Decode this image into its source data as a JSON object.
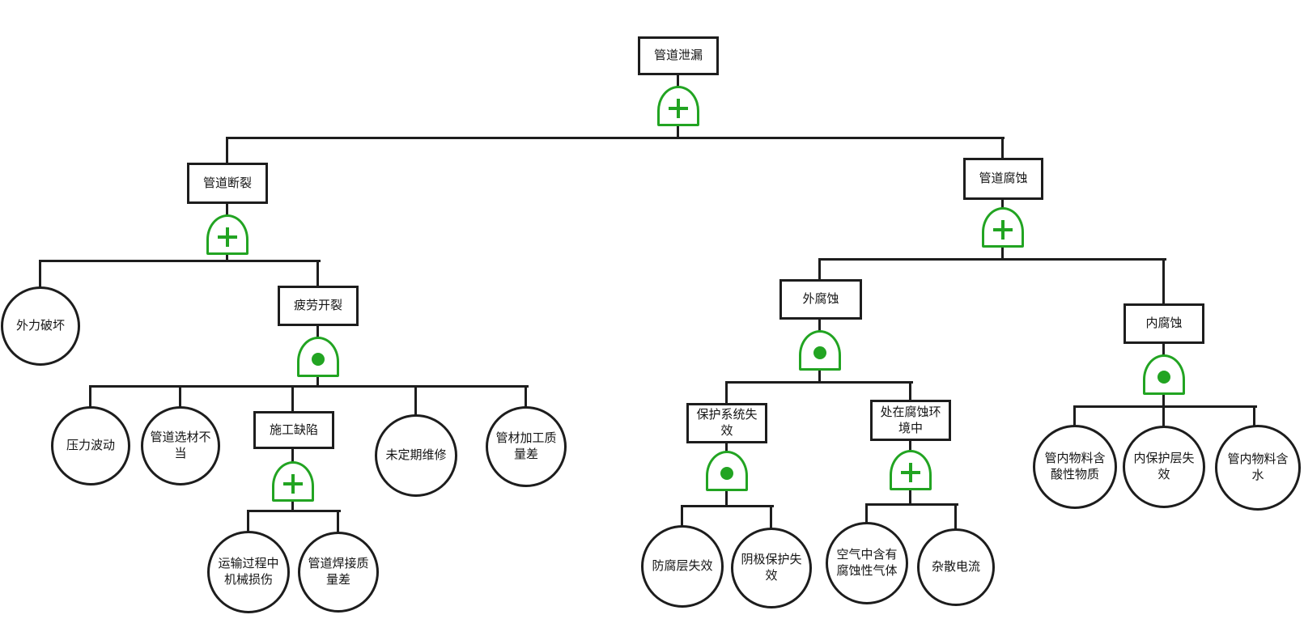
{
  "diagram": {
    "type": "fault-tree",
    "colors": {
      "gate": "#22a422",
      "line": "#1d1d1d",
      "background": "#ffffff"
    },
    "gate_symbols": {
      "or": "plus",
      "and": "dot"
    },
    "shapes": {
      "intermediate_event": "rect",
      "basic_event": "circle"
    }
  },
  "nodes": {
    "pipeline_leak": {
      "label": "管道泄漏",
      "shape": "rect",
      "gate": "or"
    },
    "pipeline_rupture": {
      "label": "管道断裂",
      "shape": "rect",
      "gate": "or"
    },
    "external_force": {
      "label": "外力破坏",
      "shape": "circle"
    },
    "fatigue_crack": {
      "label": "疲劳开裂",
      "shape": "rect",
      "gate": "and"
    },
    "pressure_fluctuation": {
      "label": "压力波动",
      "shape": "circle"
    },
    "improper_material": {
      "label": "管道选材不当",
      "shape": "circle"
    },
    "construction_defect": {
      "label": "施工缺陷",
      "shape": "rect",
      "gate": "or"
    },
    "transport_damage": {
      "label": "运输过程中机械损伤",
      "shape": "circle"
    },
    "weld_quality": {
      "label": "管道焊接质量差",
      "shape": "circle"
    },
    "no_regular_maintenance": {
      "label": "未定期维修",
      "shape": "circle"
    },
    "pipe_processing_quality": {
      "label": "管材加工质量差",
      "shape": "circle"
    },
    "pipeline_corrosion": {
      "label": "管道腐蚀",
      "shape": "rect",
      "gate": "or"
    },
    "external_corrosion": {
      "label": "外腐蚀",
      "shape": "rect",
      "gate": "and"
    },
    "protection_system_failure": {
      "label": "保护系统失效",
      "shape": "rect",
      "gate": "and"
    },
    "coating_failure": {
      "label": "防腐层失效",
      "shape": "circle"
    },
    "cathodic_protection_failure": {
      "label": "阴极保护失效",
      "shape": "circle"
    },
    "corrosive_environment": {
      "label": "处在腐蚀环境中",
      "shape": "rect",
      "gate": "or"
    },
    "corrosive_gas_in_air": {
      "label": "空气中含有腐蚀性气体",
      "shape": "circle"
    },
    "stray_current": {
      "label": "杂散电流",
      "shape": "circle"
    },
    "internal_corrosion": {
      "label": "内腐蚀",
      "shape": "rect",
      "gate": "and"
    },
    "acidic_substance": {
      "label": "管内物料含酸性物质",
      "shape": "circle"
    },
    "inner_coating_failure": {
      "label": "内保护层失效",
      "shape": "circle"
    },
    "water_in_material": {
      "label": "管内物料含水",
      "shape": "circle"
    }
  },
  "structure": {
    "id": "pipeline_leak",
    "children": [
      {
        "id": "pipeline_rupture",
        "children": [
          {
            "id": "external_force"
          },
          {
            "id": "fatigue_crack",
            "children": [
              {
                "id": "pressure_fluctuation"
              },
              {
                "id": "improper_material"
              },
              {
                "id": "construction_defect",
                "children": [
                  {
                    "id": "transport_damage"
                  },
                  {
                    "id": "weld_quality"
                  }
                ]
              },
              {
                "id": "no_regular_maintenance"
              },
              {
                "id": "pipe_processing_quality"
              }
            ]
          }
        ]
      },
      {
        "id": "pipeline_corrosion",
        "children": [
          {
            "id": "external_corrosion",
            "children": [
              {
                "id": "protection_system_failure",
                "children": [
                  {
                    "id": "coating_failure"
                  },
                  {
                    "id": "cathodic_protection_failure"
                  }
                ]
              },
              {
                "id": "corrosive_environment",
                "children": [
                  {
                    "id": "corrosive_gas_in_air"
                  },
                  {
                    "id": "stray_current"
                  }
                ]
              }
            ]
          },
          {
            "id": "internal_corrosion",
            "children": [
              {
                "id": "acidic_substance"
              },
              {
                "id": "inner_coating_failure"
              },
              {
                "id": "water_in_material"
              }
            ]
          }
        ]
      }
    ]
  }
}
